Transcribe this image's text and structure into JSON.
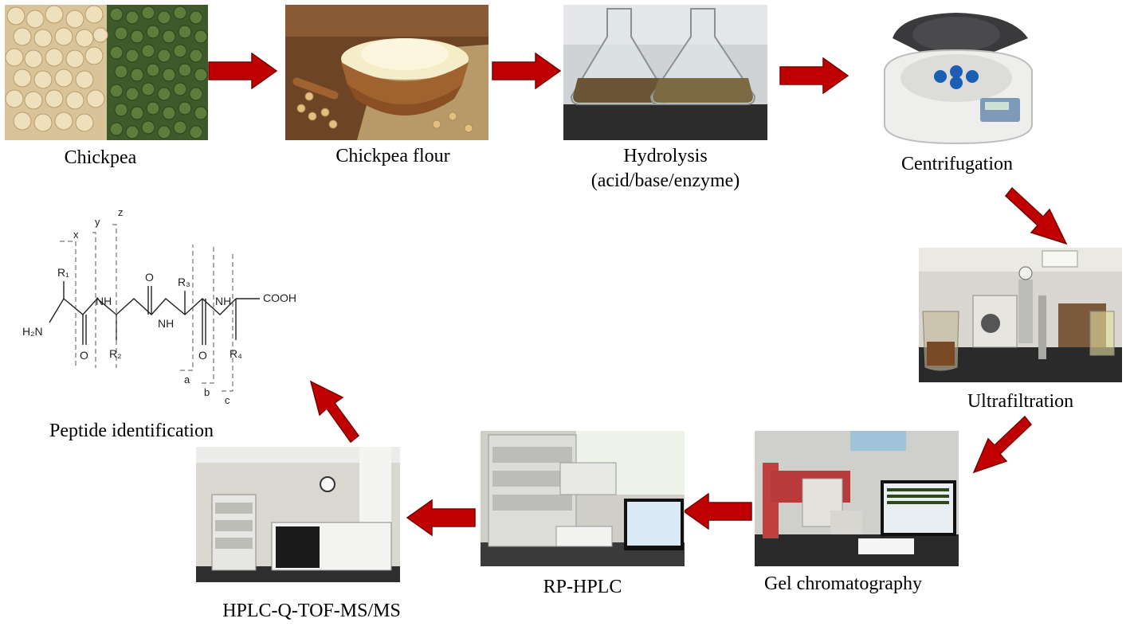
{
  "steps": {
    "chickpea": "Chickpea",
    "flour": "Chickpea flour",
    "hydrolysis": "Hydrolysis",
    "hydrolysis_sub": "(acid/base/enzyme)",
    "centrifugation": "Centrifugation",
    "ultrafiltration": "Ultrafiltration",
    "gel": "Gel chromatography",
    "rphplc": "RP-HPLC",
    "ms": "HPLC-Q-TOF-MS/MS",
    "peptide": "Peptide identification"
  },
  "structure": {
    "ion_labels": [
      "x",
      "y",
      "z",
      "a",
      "b",
      "c"
    ],
    "groups": {
      "amine": "H₂N",
      "r1": "R₁",
      "r2": "R₂",
      "r3": "R₃",
      "r4": "R₄",
      "nh": "NH",
      "o": "O",
      "cooh": "COOH"
    }
  },
  "colors": {
    "arrow": "#c00000",
    "arrow_edge": "#7a0000"
  }
}
